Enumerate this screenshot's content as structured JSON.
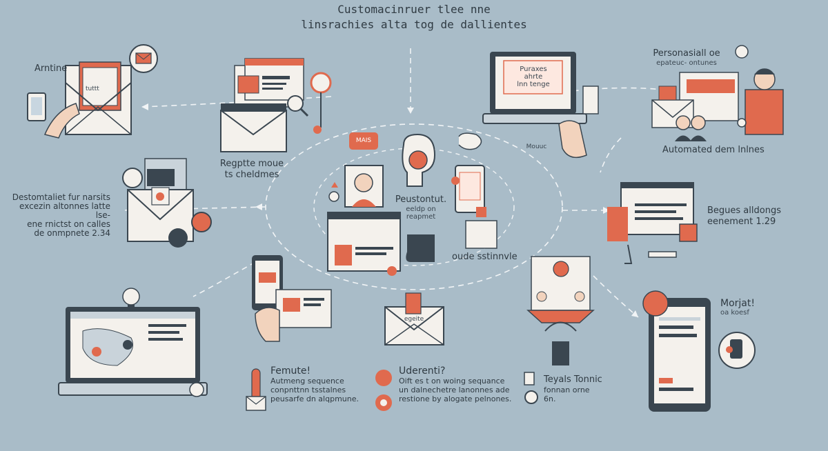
{
  "title": {
    "line1": "Customacinruer tlee nne",
    "line2": "linsrachies alta tog de dallientes"
  },
  "nodes": {
    "top_left": {
      "label": "Arntine",
      "envelope_text": "tuttt"
    },
    "top_center_left": {
      "line1": "Regptte moue",
      "line2": "ts cheldmes"
    },
    "top_center_right": {
      "laptop_text1": "Puraxes",
      "laptop_text2": "ahrte",
      "laptop_text3": "lnn tenge",
      "caption": "Mouuc"
    },
    "top_right": {
      "line1": "Personasiall oe",
      "line2": "epateuc- ontunes",
      "caption": "Automated dem lnlnes"
    },
    "mid_left": {
      "line1": "Destomtaliet fur narsits",
      "line2": "excezin altonnes latte lse-",
      "line3": "ene rnictst on calles",
      "line4": "de onmpnete 2.34"
    },
    "center": {
      "badge": "MAIS",
      "line1": "Peustontut.",
      "line2": "eeldp on",
      "line3": "reapmet",
      "caption": "oude sstinnvle"
    },
    "mid_right": {
      "line1": "Begues alldongs",
      "line2": "eenement 1.29"
    },
    "bottom_left_feature": {
      "heading": "Femute!",
      "line1": "Autmeng sequence",
      "line2": "conpnttnn tsstalnes",
      "line3": "peusarfe dn alqpmune."
    },
    "bottom_center_feature": {
      "heading": "Uderenti?",
      "line1": "Oift es t on woing sequance",
      "line2": "un dalnechetre lanonnes ade",
      "line3": "restione by alogate pelnones."
    },
    "bottom_right_feature": {
      "heading": "Teyals Tonnic",
      "line1": "fonnan orne",
      "line2": "6n."
    },
    "bottom_far_right": {
      "line1": "Morjat!",
      "line2": "oa koesf"
    },
    "center_envelope": {
      "text": "egeite"
    }
  },
  "colors": {
    "background": "#a9bcc8",
    "accent": "#e06a4e",
    "dark": "#3a4650",
    "paper": "#f4f1ec"
  },
  "icons": [
    "envelope-icon",
    "mail-chat-icon",
    "laptop-icon",
    "avatar-icon",
    "phone-icon",
    "monitor-icon",
    "clock-icon",
    "search-icon",
    "lightbulb-icon",
    "person-icon"
  ]
}
